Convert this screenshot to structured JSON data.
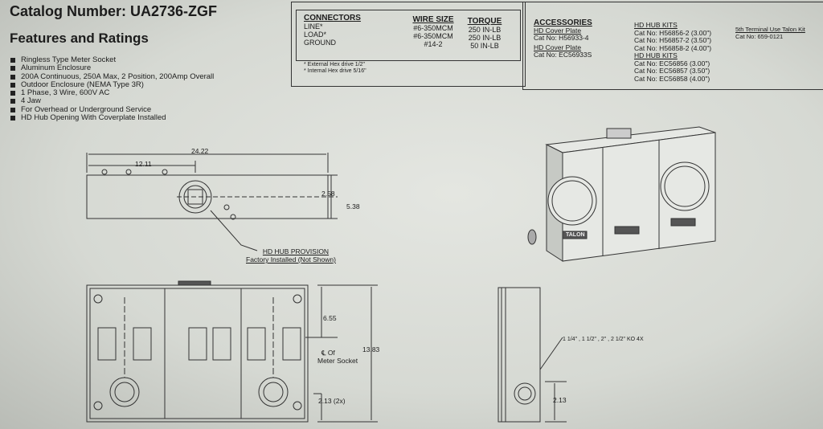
{
  "header": {
    "catalog_number": "Catalog Number: UA2736-ZGF",
    "section_title": "Features and Ratings"
  },
  "features": [
    "Ringless Type Meter Socket",
    "Aluminum Enclosure",
    "200A Continuous, 250A Max, 2 Position, 200Amp Overall",
    "Outdoor Enclosure (NEMA Type 3R)",
    "1 Phase, 3 Wire, 600V AC",
    "4 Jaw",
    "For Overhead or Underground Service",
    "HD Hub Opening With Coverplate Installed"
  ],
  "connectors": {
    "headers": [
      "CONNECTORS",
      "WIRE SIZE",
      "TORQUE"
    ],
    "rows": [
      {
        "name": "LINE*",
        "wire": "#6-350MCM",
        "torque": "250 IN-LB"
      },
      {
        "name": "LOAD*",
        "wire": "#6-350MCM",
        "torque": "250 IN-LB"
      },
      {
        "name": "GROUND",
        "wire": "#14-2",
        "torque": "50 IN-LB"
      }
    ],
    "notes": [
      "* External Hex drive 1/2\"",
      "* Internal Hex drive 5/16\""
    ]
  },
  "accessories": {
    "title": "ACCESSORIES",
    "cover_plates": [
      {
        "label": "HD Cover Plate",
        "cat": "Cat No: H56933-4"
      },
      {
        "label": "HD Cover Plate",
        "cat": "Cat No:  EC56933S"
      }
    ],
    "hub_kits": [
      {
        "label": "HD HUB KITS",
        "items": [
          "Cat No:  H56856-2 (3.00\")",
          "Cat No:  H56857-2 (3.50\")",
          "Cat No:  H56858-2 (4.00\")"
        ]
      },
      {
        "label": "HD HUB KITS",
        "items": [
          "Cat No:  EC56856 (3.00\")",
          "Cat No:  EC56857 (3.50\")",
          "Cat No:  EC56858 (4.00\")"
        ]
      }
    ],
    "talon": {
      "label": "5th Terminal Use Talon Kit",
      "cat": "Cat No:  659-0121"
    }
  },
  "drawing": {
    "dims": {
      "overall_width": "24.22",
      "half_width": "12.11",
      "hub_height": "2.58",
      "depth": "5.38",
      "top_to_center": "6.55",
      "height": "13.83",
      "ko_offset": "2.13 (2x)",
      "side_ko": "2.13"
    },
    "hub_note": [
      "HD HUB PROVISION",
      "Factory Installed (Not Shown)"
    ],
    "centerline_label": [
      "℄ Of",
      "Meter Socket"
    ],
    "ko_note": "1 1/4\" , 1 1/2\" , 2\" , 2 1/2\" KO 4X",
    "brand": "TALON"
  }
}
